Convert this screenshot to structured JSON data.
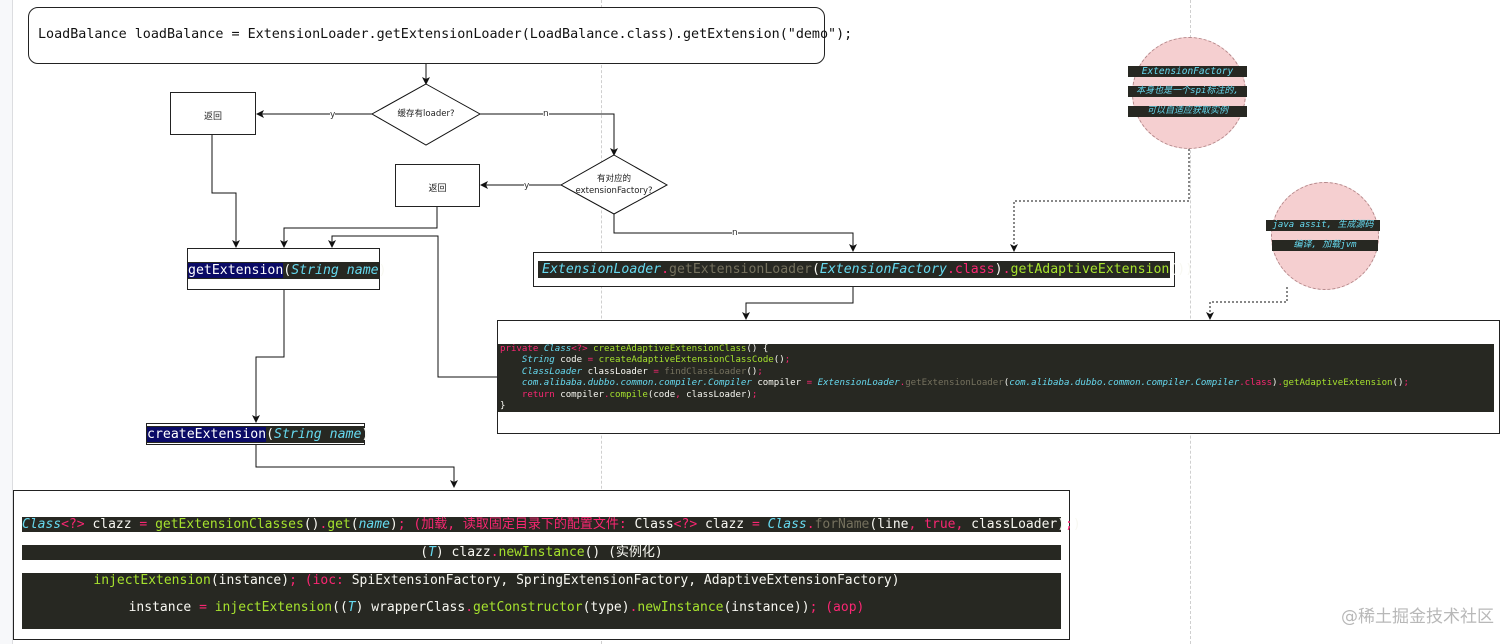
{
  "start": {
    "code": "LoadBalance loadBalance = ExtensionLoader.getExtensionLoader(LoadBalance.class).getExtension(\"demo\");"
  },
  "decisions": {
    "cache_loader": "缓存有loader?",
    "has_factory_line1": "有对应的",
    "has_factory_line2": "extensionFactory?"
  },
  "returns": {
    "return1": "返回",
    "return2": "返回"
  },
  "edge_labels": {
    "yes1": "y",
    "no1": "n",
    "yes2": "y",
    "no2": "n"
  },
  "get_extension": {
    "method": "getExtension",
    "open": "(",
    "param_type": "String name",
    "close": ")"
  },
  "adaptive_factory": {
    "cls": "ExtensionLoader",
    "dot1": ".",
    "method": "getExtensionLoader",
    "open": "(",
    "arg": "ExtensionFactory",
    "dot2": ".",
    "kw": "class",
    "close1": ")",
    "dot3": ".",
    "call": "getAdaptiveExtension",
    "close2": "())"
  },
  "adaptive_class_code": {
    "l1_kw": "private ",
    "l1_type": "Class",
    "l1_gen": "<?>",
    "l1_fn": " createAdaptiveExtensionClass",
    "l1_rest": "() {",
    "l2_type": "    String",
    "l2_var": " code ",
    "l2_eq": "=",
    "l2_fn": " createAdaptiveExtensionClassCode",
    "l2_rest": "()",
    "l2_semi": ";",
    "l3_type": "    ClassLoader",
    "l3_var": " classLoader ",
    "l3_eq": "=",
    "l3_fn": " findClassLoader",
    "l3_rest": "()",
    "l3_semi": ";",
    "l4_type": "    com.alibaba.dubbo.common.compiler.Compiler",
    "l4_var": " compiler ",
    "l4_eq": "=",
    "l4_cls": " ExtensionLoader",
    "l4_dot": ".",
    "l4_m": "getExtensionLoader",
    "l4_open": "(",
    "l4_arg": "com.alibaba.dubbo.common.compiler.Compiler",
    "l4_dot2": ".",
    "l4_kw": "class",
    "l4_close": ")",
    "l4_dot3": ".",
    "l4_call": "getAdaptiveExtension",
    "l4_rest": "()",
    "l4_semi": ";",
    "l5_kw": "    return",
    "l5_var": " compiler",
    "l5_dot": ".",
    "l5_fn": "compile",
    "l5_rest": "(code",
    "l5_comma": ",",
    "l5_rest2": " classLoader)",
    "l5_semi": ";",
    "l6": "}"
  },
  "create_extension": {
    "method": "createExtension",
    "open": "(",
    "param_type": "String name",
    "close": ")"
  },
  "create_steps": {
    "row1": {
      "type": "Class",
      "gen": "<?>",
      "var": " clazz ",
      "eq": "=",
      "fn": " getExtensionClasses",
      "p": "()",
      "dot": ".",
      "get": "get",
      "open": "(",
      "arg": "name",
      "close": ")",
      "semi": ";",
      "note": " (加载, 读取固定目录下的配置文件: ",
      "cls2": "Class",
      "gen2": "<?>",
      "var2": " clazz ",
      "eq2": "=",
      "type2": " Class",
      "dot2": ".",
      "forname": "forName",
      "args_open": "(line",
      "comma1": ",",
      "true_kw": " true",
      "comma2": ",",
      "args_close": " classLoader)",
      "semi2": ";",
      "end": ")"
    },
    "row2": {
      "open": "(",
      "t": "T",
      "close": ") clazz",
      "dot": ".",
      "fn": "newInstance",
      "rest": "() (实例化)"
    },
    "row3": {
      "fn": "injectExtension",
      "args": "(instance)",
      "semi": ";",
      "note": " (ioc:",
      "rest": " SpiExtensionFactory, SpringExtensionFactory, AdaptiveExtensionFactory)"
    },
    "row4": {
      "var": "instance ",
      "eq": "=",
      "fn": " injectExtension",
      "open": "((",
      "t": "T",
      "mid": ") wrapperClass",
      "dot": ".",
      "ctor": "getConstructor",
      "args": "(type)",
      "dot2": ".",
      "ni": "newInstance",
      "args2": "(instance))",
      "semi": ";",
      "note": " (aop)"
    }
  },
  "notes": {
    "factory_note": [
      "ExtensionFactory",
      "本身也是一个spi标注的,",
      "可以自适应获取实例"
    ],
    "javassist_note": [
      "java assit, 生成源码",
      "编译, 加载jvm"
    ]
  },
  "watermark": "@稀土掘金技术社区",
  "colors": {
    "keyword": "#f92672",
    "type": "#66d9ef",
    "function": "#a6e22e",
    "code_bg": "#272822",
    "method_highlight": "#0a0a66",
    "note_circle": "#f5cfd0"
  }
}
